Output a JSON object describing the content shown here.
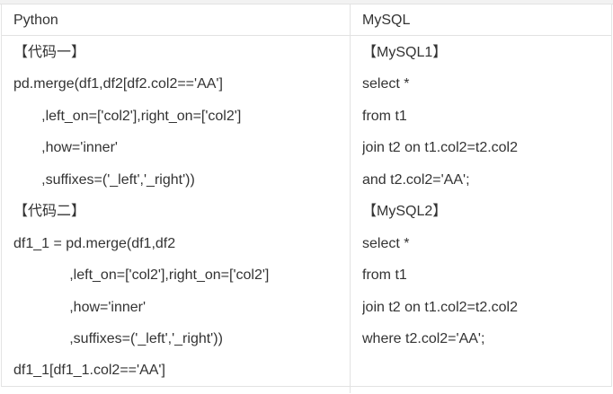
{
  "table": {
    "columns": [
      {
        "label": "Python"
      },
      {
        "label": "MySQL"
      }
    ],
    "python_lines": [
      "【代码一】",
      "pd.merge(df1,df2[df2.col2=='AA']",
      "       ,left_on=['col2'],right_on=['col2']",
      "       ,how='inner'",
      "       ,suffixes=('_left','_right'))",
      "【代码二】",
      "df1_1 = pd.merge(df1,df2",
      "              ,left_on=['col2'],right_on=['col2']",
      "              ,how='inner'",
      "              ,suffixes=('_left','_right'))",
      "df1_1[df1_1.col2=='AA']"
    ],
    "mysql_lines": [
      "【MySQL1】",
      "select *",
      "from t1",
      "join t2 on t1.col2=t2.col2",
      "and t2.col2='AA';",
      "【MySQL2】",
      "select *",
      "from t1",
      "join t2 on t1.col2=t2.col2",
      "where t2.col2='AA';",
      ""
    ]
  },
  "colors": {
    "text": "#333333",
    "border": "#e2e2e2",
    "row_stripe": "#f2f2f2",
    "background": "#ffffff"
  }
}
